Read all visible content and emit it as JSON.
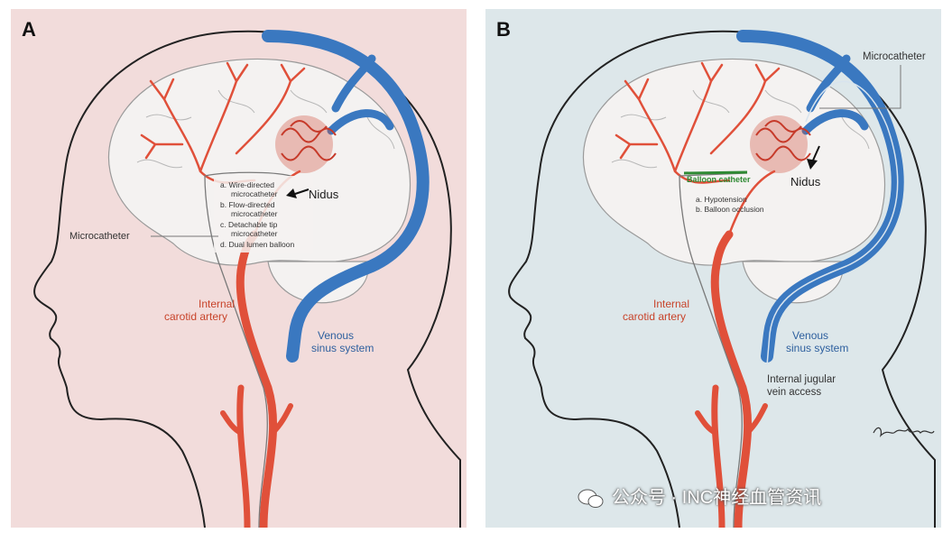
{
  "panel_a": {
    "letter": "A",
    "labels": {
      "nidus": "Nidus",
      "microcatheter": "Microcatheter",
      "internal_carotid": [
        "Internal",
        "carotid artery"
      ],
      "venous_sinus": [
        "Venous",
        "sinus system"
      ]
    },
    "catheter_options": [
      "a. Wire-directed",
      "microcatheter",
      "b. Flow-directed",
      "microcatheter",
      "c. Detachable tip",
      "microcatheter",
      "d. Dual lumen balloon"
    ],
    "background_color": "#f2dcdb"
  },
  "panel_b": {
    "letter": "B",
    "labels": {
      "microcatheter": "Microcatheter",
      "balloon_catheter": "Balloon catheter",
      "nidus": "Nidus",
      "internal_carotid": [
        "Internal",
        "carotid artery"
      ],
      "venous_sinus": [
        "Venous",
        "sinus system"
      ],
      "jugular_access": [
        "Internal jugular",
        "vein access"
      ]
    },
    "options": [
      "a. Hypotension",
      "b. Balloon occlusion"
    ],
    "background_color": "#dde7ea"
  },
  "watermark": "公众号 · INC神经血管资讯",
  "colors": {
    "artery": "#e0503a",
    "vein": "#3a78c0",
    "brain_fill": "#f4f2f1",
    "outline": "#222222"
  }
}
